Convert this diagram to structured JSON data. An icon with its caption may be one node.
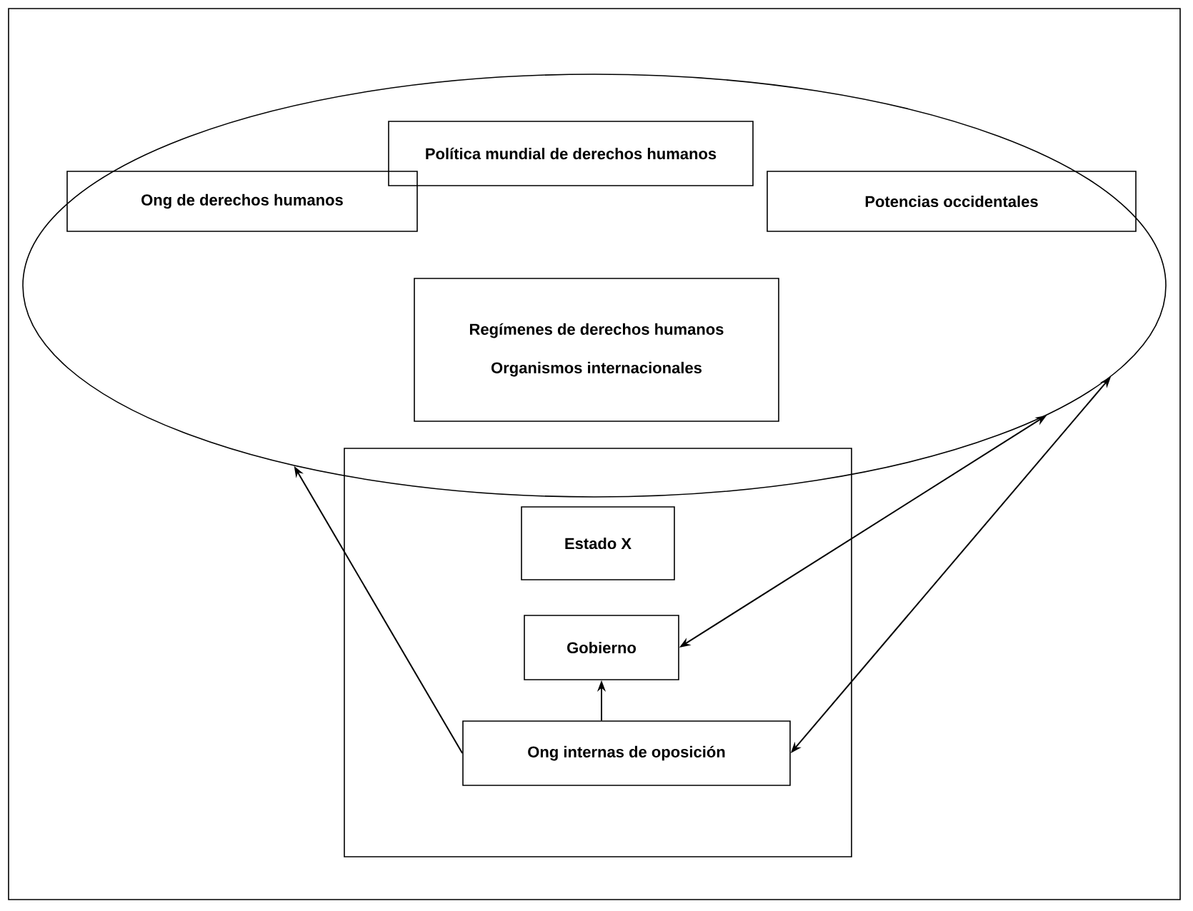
{
  "diagram": {
    "nodes": [
      {
        "text": [],
        "shape": "ellipse"
      },
      {
        "text": [
          "Política mundial de derechos humanos"
        ],
        "in": 0
      },
      {
        "text": [
          "Ong de derechos humanos"
        ],
        "in": 0
      },
      {
        "text": [
          "Potencias occidentales"
        ],
        "in": 0
      },
      {
        "text": [
          "Regímenes de derechos humanos",
          "Organismos internacionales"
        ],
        "in": 0
      },
      {
        "text": [],
        "shape": "box"
      },
      {
        "text": [
          "Estado X"
        ],
        "in": 5
      },
      {
        "text": [
          "Gobierno"
        ],
        "in": 5
      },
      {
        "text": [
          "Ong internas de oposición"
        ],
        "in": 5
      }
    ],
    "edges": [
      {
        "from": 8,
        "to": 0,
        "arrow": "to"
      },
      {
        "from": 8,
        "to": 7,
        "arrow": "to"
      },
      {
        "from": 7,
        "to": 0,
        "arrow": "both"
      },
      {
        "from": 8,
        "to": 0,
        "arrow": "both"
      }
    ]
  }
}
